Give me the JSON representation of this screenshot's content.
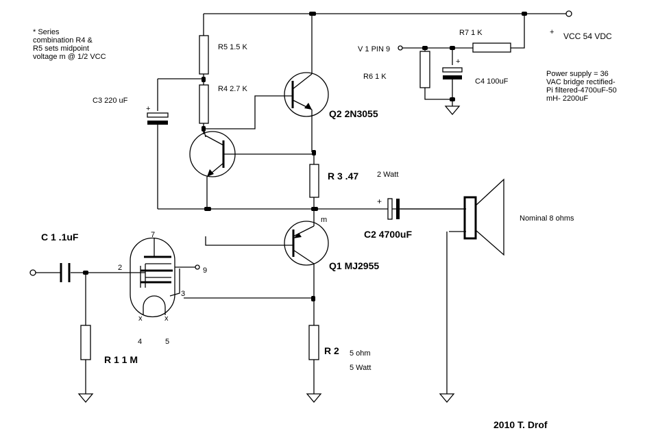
{
  "note": "* Series\ncombination R4 &\nR5 sets midpoint\nvoltage m @ 1/2 VCC",
  "power_supply_note": "Power supply = 36\nVAC bridge rectified-\nPi filtered-4700uF-50\nmH- 2200uF",
  "vcc": "VCC 54 VDC",
  "plus": "+",
  "input_label": "V 1 PIN 9",
  "labels": {
    "r5": "R5  1.5 K",
    "r4": "R4 2.7 K",
    "c3": "C3 220 uF",
    "q2": "Q2  2N3055",
    "r7": "R7  1 K",
    "r6": "R6 1 K",
    "c4": "C4  100uF",
    "r3": "R 3   .47",
    "r3_power": "2  Watt",
    "m": "m",
    "c2": "C2  4700uF",
    "speaker": "Nominal 8 ohms",
    "c1": "C 1     .1uF",
    "q1": "Q1  MJ2955",
    "r1": "R 1   1 M",
    "r2": "R 2",
    "r2_value": "5 ohm",
    "r2_power": "5 Watt",
    "credit": "2010  T. Drof"
  },
  "tube_pins": {
    "p7": "7",
    "p2": "2",
    "p9": "9",
    "p3": "3",
    "x4": "x",
    "x5": "x",
    "p4": "4",
    "p5": "5"
  }
}
